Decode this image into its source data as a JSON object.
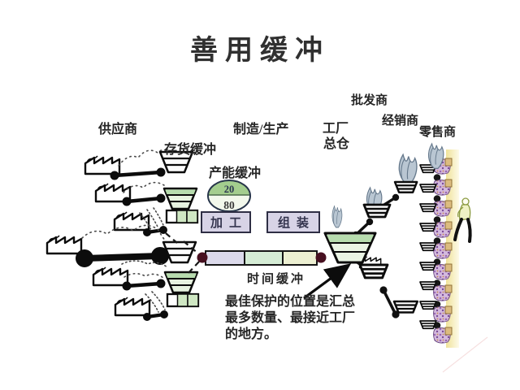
{
  "title": "善用缓冲",
  "labels": {
    "supplier": "供应商",
    "inventory_buffer": "存货缓冲",
    "manufacturing": "制造/生产",
    "capacity_buffer": "产能缓冲",
    "factory_warehouse_line1": "工厂",
    "factory_warehouse_line2": "总仓",
    "wholesaler": "批发商",
    "distributor": "经销商",
    "retailer": "零售商",
    "time_buffer": "时间缓冲"
  },
  "process_boxes": {
    "processing": "加工",
    "assembly": "组装"
  },
  "capacity_pie": {
    "top_value": "20",
    "bottom_value": "80"
  },
  "annotation": {
    "line1": "最佳保护的位置是汇总",
    "line2": "最多数量、最接近工厂",
    "line3": "的地方。"
  },
  "icons": {
    "factory": "sawtooth-roof-factory-icon",
    "funnel": "inverted-trapezoid-buffer-icon",
    "big_funnel": "factory-warehouse-funnel-icon",
    "cellbox": "three-cell-wip-icon",
    "dumbbell": "link-connector-icon",
    "dotted_flow": "material-flow-dots",
    "basket": "striped-basket-icon",
    "spray": "demand-spray-icon",
    "shopper": "consumer-figure-icon",
    "walker": "walking-person-icon"
  },
  "colors": {
    "background": "#ffffff",
    "ink": "#141414",
    "text": "#262626",
    "process_box_fill": "#d7d3e6",
    "bar_segment_1": "#dcdaeb",
    "bar_segment_2": "#d5ecd5",
    "bar_segment_3": "#edf0d2",
    "bar_end_dot": "#471020",
    "funnel_green_light": "#e7f3e0",
    "funnel_green_dark": "#b7dcae",
    "pie_top": "#a3cd8e",
    "pie_bottom": "#f2f8ec",
    "spray_fill": "#b9c6d2",
    "shopper_purple": "#c39fd4",
    "highlight_band": "#f0e49a"
  }
}
